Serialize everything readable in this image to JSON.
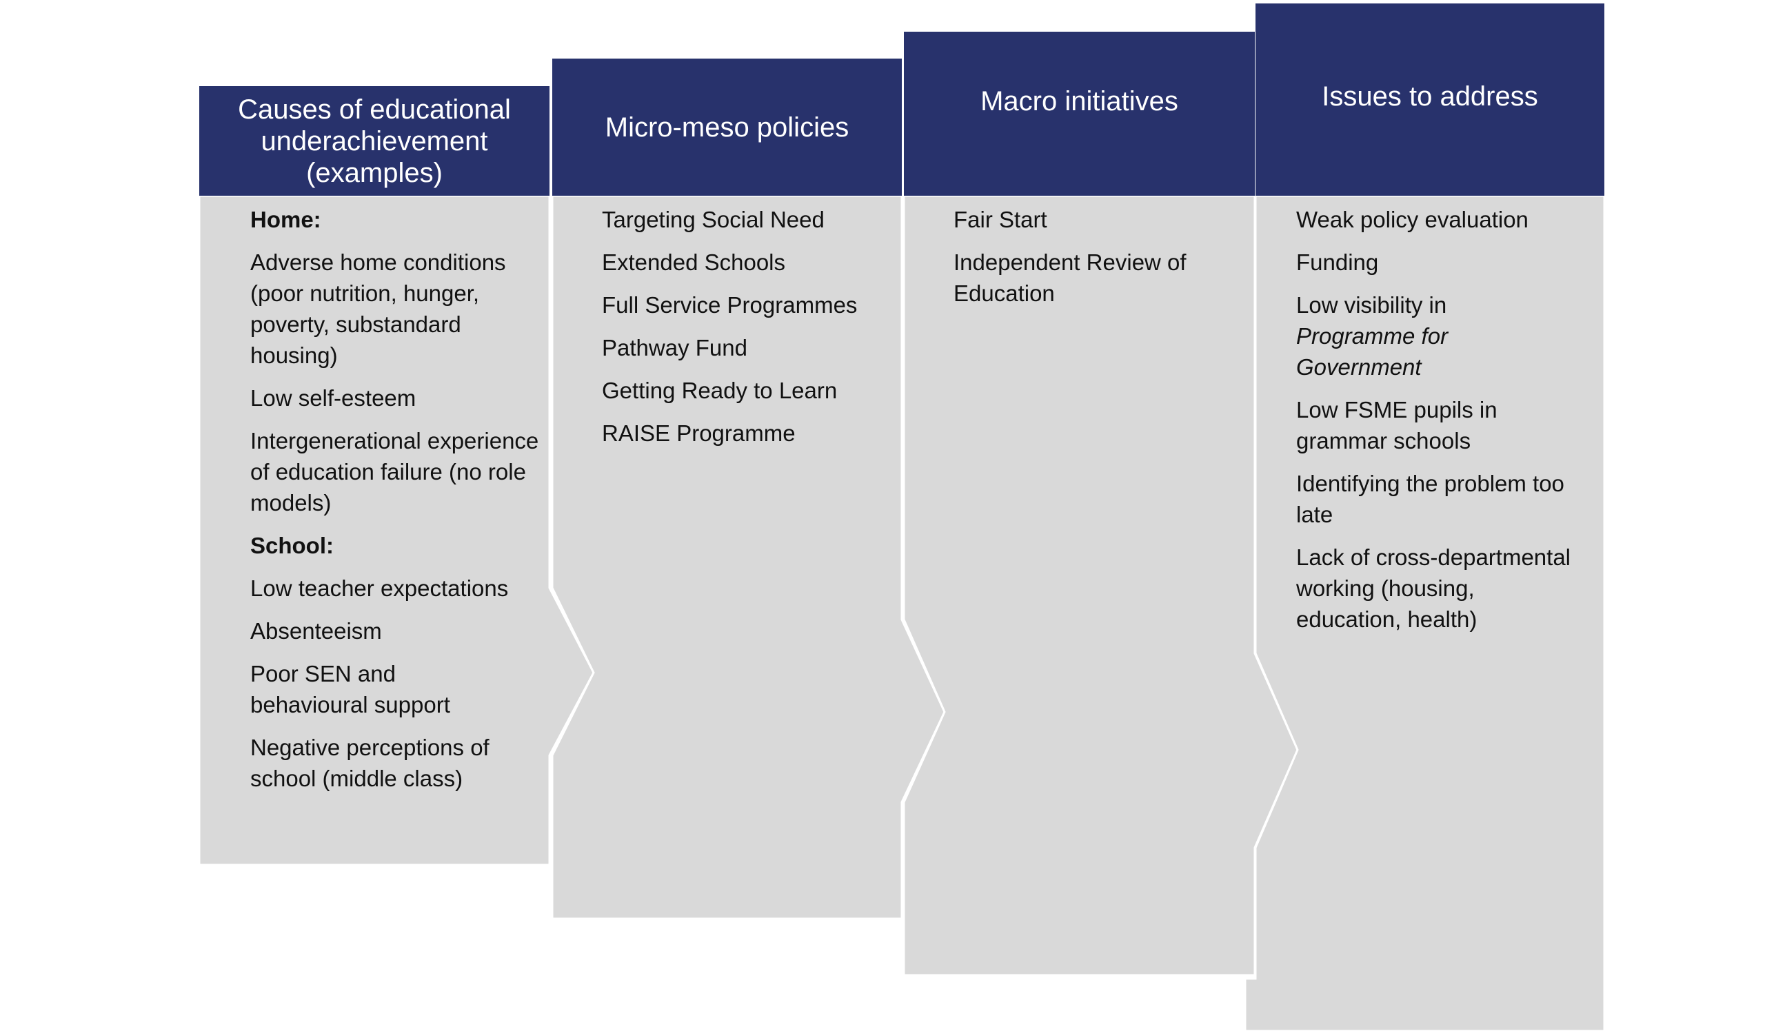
{
  "colors": {
    "header": "#28326c",
    "body": "#d9d9d9"
  },
  "columns": [
    {
      "title": "Causes of educational underachievement (examples)",
      "items": [
        {
          "text": "Home:",
          "bold": true
        },
        {
          "text": "Adverse home conditions (poor nutrition, hunger, poverty, substandard housing)"
        },
        {
          "text": "Low self-esteem"
        },
        {
          "text": "Intergenerational experience of education failure (no role models)"
        },
        {
          "text": "School:",
          "bold": true
        },
        {
          "text": "Low teacher expectations"
        },
        {
          "text": "Absenteeism"
        },
        {
          "text": "Poor SEN and behavioural support"
        },
        {
          "text": "Negative perceptions of school (middle class)"
        }
      ]
    },
    {
      "title": "Micro-meso policies",
      "items": [
        {
          "text": "Targeting Social Need"
        },
        {
          "text": "Extended Schools"
        },
        {
          "text": "Full Service Programmes"
        },
        {
          "text": "Pathway Fund"
        },
        {
          "text": "Getting Ready to Learn"
        },
        {
          "text": "RAISE Programme"
        }
      ]
    },
    {
      "title": "Macro initiatives",
      "items": [
        {
          "text": "Fair Start"
        },
        {
          "text": "Independent Review of Education"
        }
      ]
    },
    {
      "title": "Issues to address",
      "items": [
        {
          "text": "Weak policy evaluation"
        },
        {
          "text": "Funding"
        },
        {
          "text": "Low visibility in",
          "italic_suffix": "Programme for Government"
        },
        {
          "text": "Low FSME pupils in grammar schools"
        },
        {
          "text": "Identifying the problem too late"
        },
        {
          "text": "Lack of cross-departmental working (housing, education, health)"
        }
      ]
    }
  ]
}
